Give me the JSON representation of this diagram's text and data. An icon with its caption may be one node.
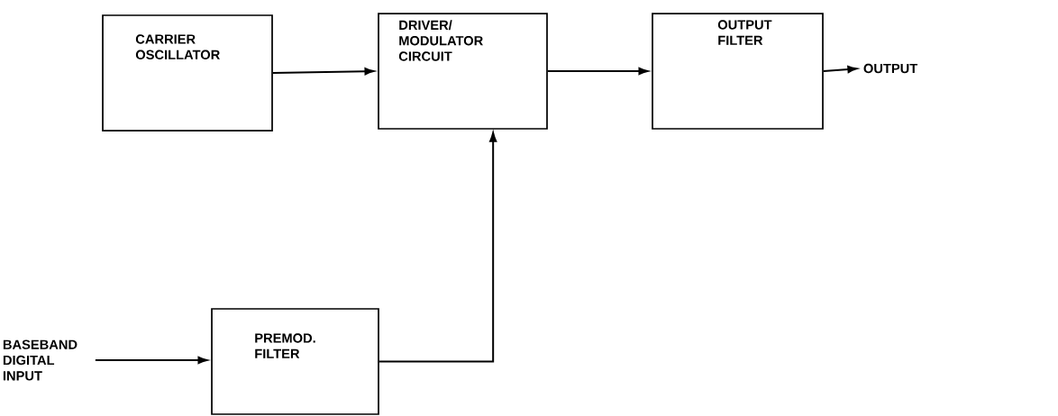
{
  "diagram": {
    "nodes": [
      {
        "text": [
          "CARRIER OSCILLATOR"
        ]
      },
      {
        "text": [
          "DRIVER/ MODULATOR CIRCUIT"
        ]
      },
      {
        "text": [
          "OUTPUT FILTER"
        ]
      },
      {
        "text": [
          "OUTPUT"
        ]
      },
      {
        "text": [
          "BASEBAND DIGITAL INPUT"
        ]
      },
      {
        "text": [
          "PREMOD. FILTER"
        ]
      }
    ],
    "edges": [
      {
        "from": 0,
        "to": 1,
        "arrow": "to"
      },
      {
        "from": 1,
        "to": 2,
        "arrow": "to"
      },
      {
        "from": 2,
        "to": 3,
        "arrow": "to"
      },
      {
        "from": 4,
        "to": 5,
        "arrow": "to"
      },
      {
        "from": 5,
        "to": 1,
        "arrow": "to"
      }
    ]
  }
}
